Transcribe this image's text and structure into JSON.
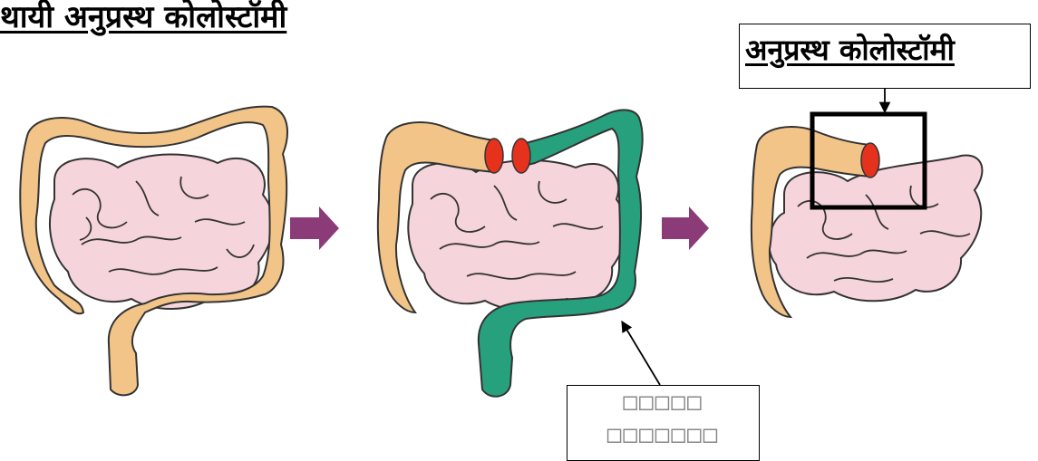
{
  "diagram": {
    "title": "थायी अनुप्रस्थ कोलोस्टॉमी",
    "label_transverse_colostomy": "अनुप्रस्थ कोलोस्टॉमी",
    "label_removed_line1": "□□□□□",
    "label_removed_line2": "□□□□□□□",
    "colors": {
      "colon": "#f2c488",
      "colon_outline": "#333333",
      "removed_colon": "#27a07e",
      "small_intestine": "#f6d4dc",
      "stoma": "#e4321d",
      "arrow": "#8b3b78",
      "box": "#000000"
    },
    "stages": [
      "intact-colon",
      "colon-divided-removed-segment",
      "transverse-colostomy"
    ]
  }
}
